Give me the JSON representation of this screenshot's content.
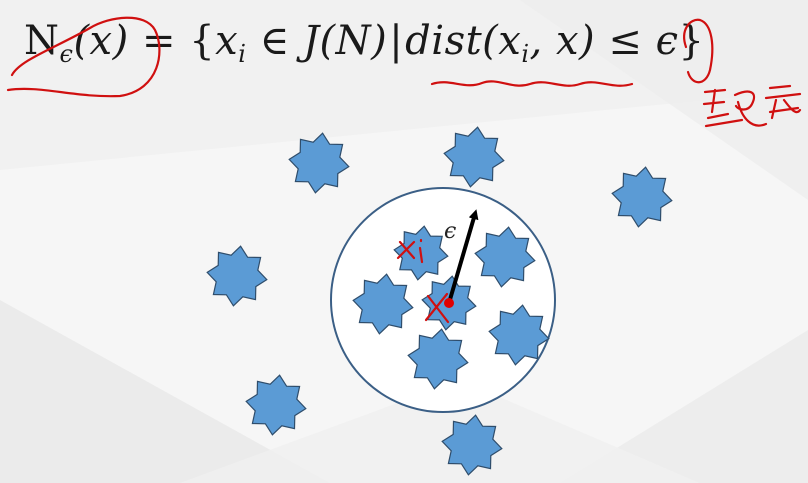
{
  "formula": {
    "lhs_symbol": "N",
    "lhs_subscript": "ϵ",
    "lhs_arg": "(x)",
    "equals": "=",
    "open_brace": "{",
    "element_var": "x",
    "element_sub": "i",
    "member_of": "∈",
    "set_name": "J(N)",
    "separator": "|",
    "dist_name": "dist",
    "dist_args_open": "(x",
    "dist_args_sub": "i",
    "dist_args_close": ", x)",
    "leq": "≤",
    "epsilon": "ϵ",
    "close_brace": "}"
  },
  "diagram": {
    "radius_label": "ϵ",
    "neighborhood_circle": {
      "stroke": "#3b5f86"
    },
    "star_color": "#5b9bd5",
    "star_stroke": "#2f4d6b",
    "center_dot_color": "#e00000",
    "arrow_color": "#000000"
  },
  "annotations": {
    "ink_color": "#d01010",
    "xi_note": "xi",
    "x_note": "x"
  }
}
